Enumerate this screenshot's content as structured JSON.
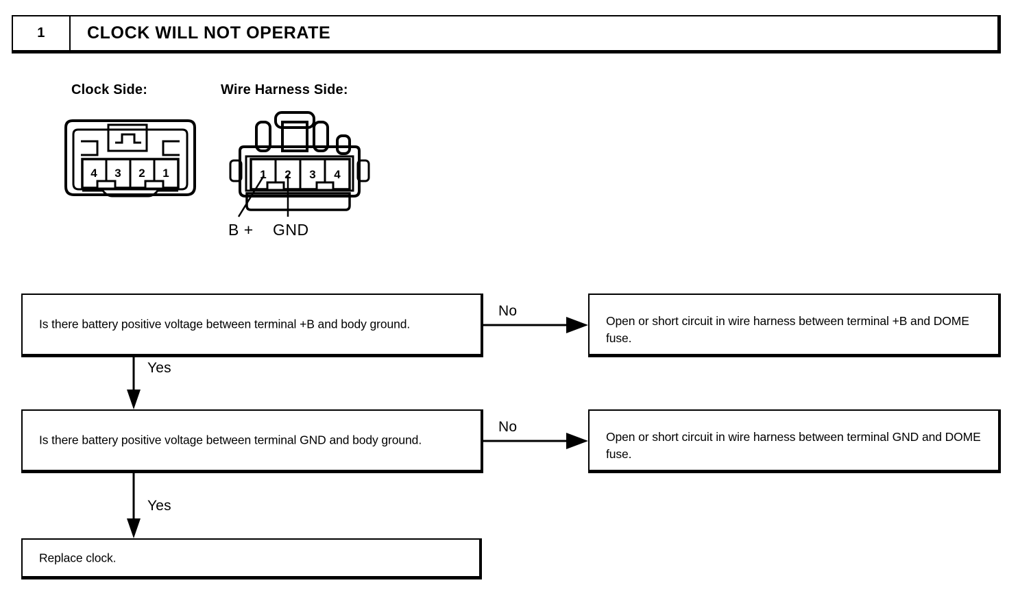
{
  "header": {
    "number": "1",
    "title": "CLOCK WILL NOT OPERATE"
  },
  "connectors": {
    "clock_side": {
      "caption": "Clock Side:",
      "pins": [
        "4",
        "3",
        "2",
        "1"
      ]
    },
    "wire_harness_side": {
      "caption": "Wire Harness Side:",
      "pins": [
        "1",
        "2",
        "3",
        "4"
      ],
      "leaders": [
        {
          "label": "B +",
          "pin": "1"
        },
        {
          "label": "GND",
          "pin": "2"
        }
      ]
    }
  },
  "flowchart": {
    "steps": [
      {
        "id": "q1",
        "text": "Is there battery positive voltage between terminal +B and body ground."
      },
      {
        "id": "q2",
        "text": "Is there battery positive voltage between terminal GND and body ground."
      },
      {
        "id": "end",
        "text": "Replace clock."
      }
    ],
    "results": [
      {
        "id": "r1",
        "text": "Open or short circuit in wire harness between terminal +B and DOME fuse."
      },
      {
        "id": "r2",
        "text": "Open or short circuit in wire harness between terminal GND and DOME fuse."
      }
    ],
    "edge_labels": {
      "yes_1": "Yes",
      "yes_2": "Yes",
      "no_1": "No",
      "no_2": "No"
    }
  }
}
